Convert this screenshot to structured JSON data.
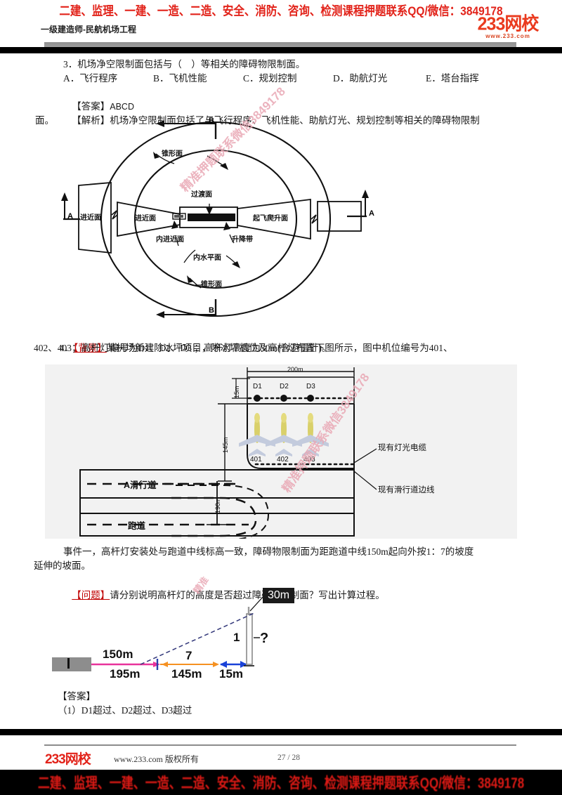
{
  "header": {
    "banner": "二建、监理、一建、一造、二造、安全、消防、咨询、检测课程押题联系QQ/微信：3849178",
    "subtitle": "一级建造师-民航机场工程",
    "logo_main": "233网校",
    "logo_url": "www.233.com"
  },
  "question3": {
    "stem": "3．机场净空限制面包括与（    ）等相关的障碍物限制面。",
    "options": [
      {
        "key": "A",
        "text": "飞行程序"
      },
      {
        "key": "B",
        "text": "飞机性能"
      },
      {
        "key": "C",
        "text": "规划控制"
      },
      {
        "key": "D",
        "text": "助航灯光"
      },
      {
        "key": "E",
        "text": "塔台指挥"
      }
    ],
    "answer_label": "【答案】",
    "answer_value": "ABCD",
    "analysis_label": "【解析】",
    "analysis_text": "机场净空限制面包括了与飞行程序、飞机性能、助航灯光、规划控制等相关的障碍物限制",
    "analysis_text2": "面。"
  },
  "diagram1": {
    "section_marks": {
      "top": "B",
      "bottom": "B",
      "left": "A",
      "right": "A"
    },
    "labels": [
      {
        "name": "conical-surface-top",
        "text": "锥形面"
      },
      {
        "name": "transitional-surface",
        "text": "过渡面"
      },
      {
        "name": "approach-surface-left-outer",
        "text": "进近面"
      },
      {
        "name": "approach-surface-left-inner",
        "text": "进近面"
      },
      {
        "name": "inner-approach-surface",
        "text": "内进近面"
      },
      {
        "name": "landing-strip",
        "text": "升降带"
      },
      {
        "name": "takeoff-climb-surface",
        "text": "起飞爬升面"
      },
      {
        "name": "inner-horizontal-surface",
        "text": "内水平面"
      },
      {
        "name": "conical-surface-bottom",
        "text": "锥形面"
      }
    ],
    "watermark": "精准押题联系微信3849178"
  },
  "question4": {
    "number": "4．",
    "background_label": "【背景】",
    "background_line1": "某机场新建除冰坪项目，除冰坪机位及高杆灯布置下图所示，图中机位编号为401、",
    "background_line2": "402、403；高杆灯编号为D1、D2、D3 ；高杆灯高度为30m(含避雷针)。",
    "event_line1": "事件一，高杆灯安装处与跑道中线标高一致，障碍物限制面为距跑道中线150m起向外按1：7的坡度",
    "event_line2": "延伸的坡面。",
    "problem_label": "【问题】",
    "problem_text": "请分别说明高杆灯的高度是否超过障碍物限制面？写出计算过程。",
    "answer_label": "【答案】",
    "answer_line1": "（1）D1超过、D2超过、D3超过"
  },
  "diagram2": {
    "dim_top": "200m",
    "dim_left_small": "15m",
    "dim_left_mid": "145m",
    "dim_left_long": "190m",
    "light_poles": [
      "D1",
      "D2",
      "D3"
    ],
    "stands": [
      "401",
      "402",
      "403"
    ],
    "taxiway_label": "A滑行道",
    "runway_label": "跑道",
    "note_cable": "现有灯光电缆",
    "note_edge": "现有滑行道边线",
    "watermark": "精准押题联系微信3849178"
  },
  "diagram3": {
    "height_tag": "30m",
    "slope_rise": "1",
    "slope_run": "7",
    "unknown": "?",
    "dim_150": "150m",
    "dim_195": "195m",
    "dim_145": "145m",
    "dim_15": "15m",
    "watermark": "精准"
  },
  "footer": {
    "logo_main": "233网校",
    "copy": "www.233.com 版权所有",
    "page_current": "27",
    "page_sep": "/",
    "page_total": "28",
    "bottom_banner": "二建、监理、一建、一造、二造、安全、消防、咨询、检测课程押题联系QQ/微信：3849178"
  },
  "colors": {
    "brand_red": "#e2231a",
    "mark_red": "#c00000",
    "watermark_pink": "#e9a7b4",
    "diagram_bg": "#f2f2f2"
  }
}
